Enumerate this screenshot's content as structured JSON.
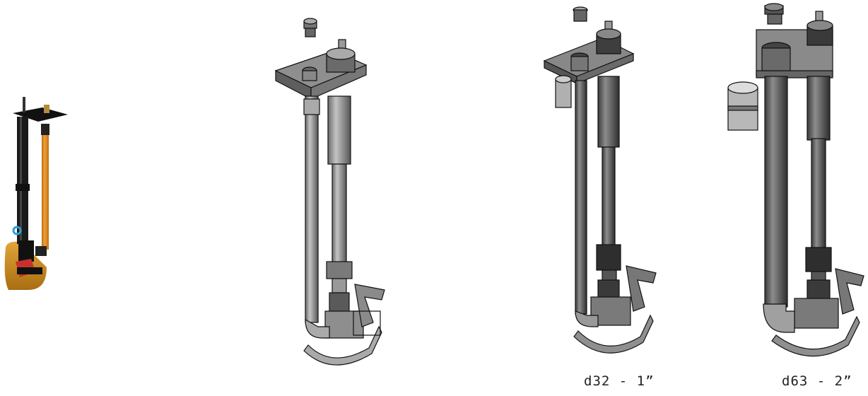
{
  "figures": [
    {
      "id": "photo",
      "caption": ""
    },
    {
      "id": "render-standard",
      "caption": ""
    },
    {
      "id": "render-d32",
      "caption": "d32 - 1”"
    },
    {
      "id": "render-d63",
      "caption": "d63 - 2”"
    }
  ],
  "colors": {
    "background": "#ffffff",
    "pipe_black": "#1a1a1a",
    "pipe_orange": "#e8901e",
    "main_pipe": "#d4941c",
    "clamp_red": "#c9302c",
    "accent_blue": "#2f9fd8",
    "steel_light": "#b8b8b8",
    "steel_mid": "#8c8c8c",
    "steel_dark": "#555555",
    "outline": "#111111"
  },
  "icons": [
    "service-riser-photo",
    "riser-assembly-render"
  ]
}
